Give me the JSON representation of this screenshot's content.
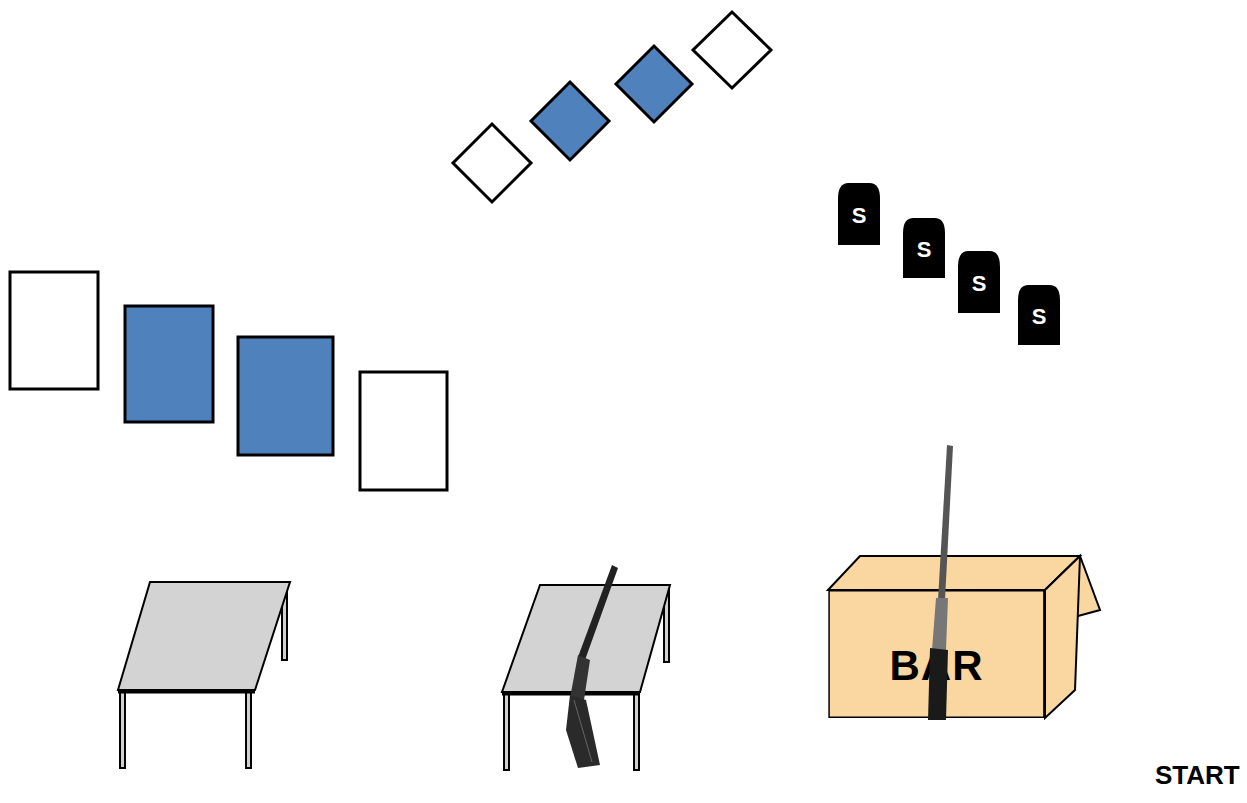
{
  "diagram": {
    "nodes": [
      {
        "text": [
          "S"
        ]
      },
      {
        "text": [
          "S"
        ]
      },
      {
        "text": [
          "S"
        ]
      },
      {
        "text": [
          "S"
        ]
      },
      {
        "text": [
          "BAR"
        ]
      }
    ],
    "labels": [
      "START"
    ]
  }
}
